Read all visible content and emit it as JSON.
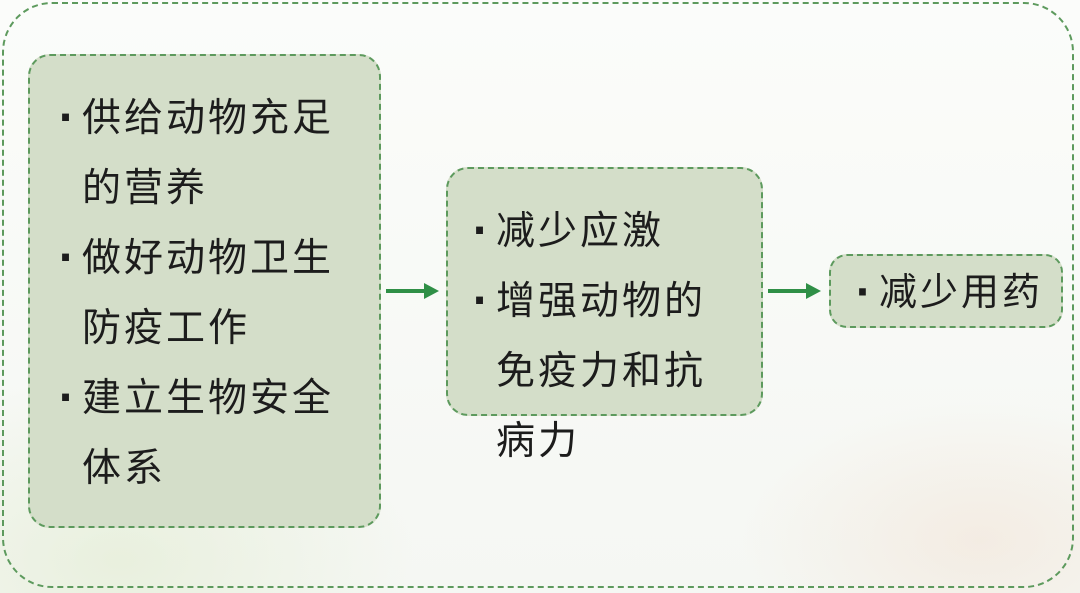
{
  "colors": {
    "box_fill": "#d4dec9",
    "border": "#5d9a5d",
    "arrow": "#2f8f46",
    "text": "#1c1c1c"
  },
  "diagram": {
    "left_box": {
      "items": [
        "供给动物充足的营养",
        "做好动物卫生防疫工作",
        "建立生物安全体系"
      ]
    },
    "middle_box": {
      "items": [
        "减少应激",
        "增强动物的免疫力和抗病力"
      ]
    },
    "right_box": {
      "items": [
        "减少用药"
      ]
    },
    "bullet": "·"
  }
}
